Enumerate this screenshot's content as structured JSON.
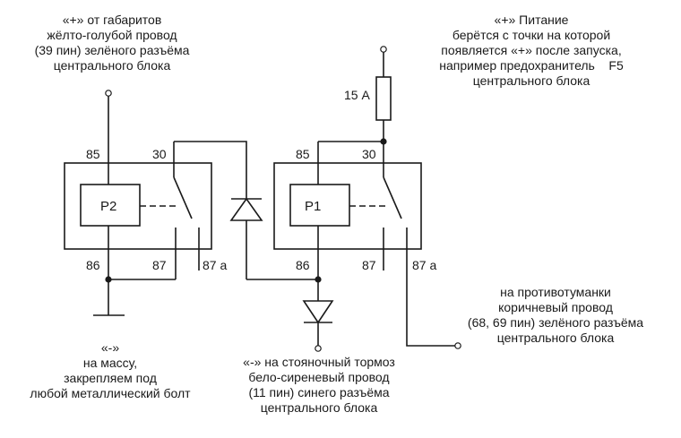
{
  "notes": {
    "top_left": [
      "«+» от габаритов",
      "жёлто-голубой провод",
      "(39 пин) зелёного разъёма",
      "центрального блока"
    ],
    "top_right": [
      "«+» Питание",
      "берётся с точки на которой",
      "появляется «+» после запуска,",
      "например предохранитель    F5",
      "центрального блока"
    ],
    "bottom_left": [
      "«-»",
      "на массу,",
      "закрепляем под",
      "любой металлический болт"
    ],
    "bottom_center": [
      "«-» на стояночный тормоз",
      "бело-сиреневый провод",
      "(11 пин) синего разъёма",
      "центрального блока"
    ],
    "bottom_right": [
      "на противотуманки",
      "коричневый провод",
      "(68, 69 пин) зелёного разъёма",
      "центрального блока"
    ]
  },
  "fuse_label": "15 А",
  "relay_left": {
    "name": "P2",
    "pins": {
      "p85": "85",
      "p30": "30",
      "p86": "86",
      "p87": "87",
      "p87a": "87 a"
    }
  },
  "relay_right": {
    "name": "P1",
    "pins": {
      "p85": "85",
      "p30": "30",
      "p86": "86",
      "p87": "87",
      "p87a": "87 a"
    }
  }
}
